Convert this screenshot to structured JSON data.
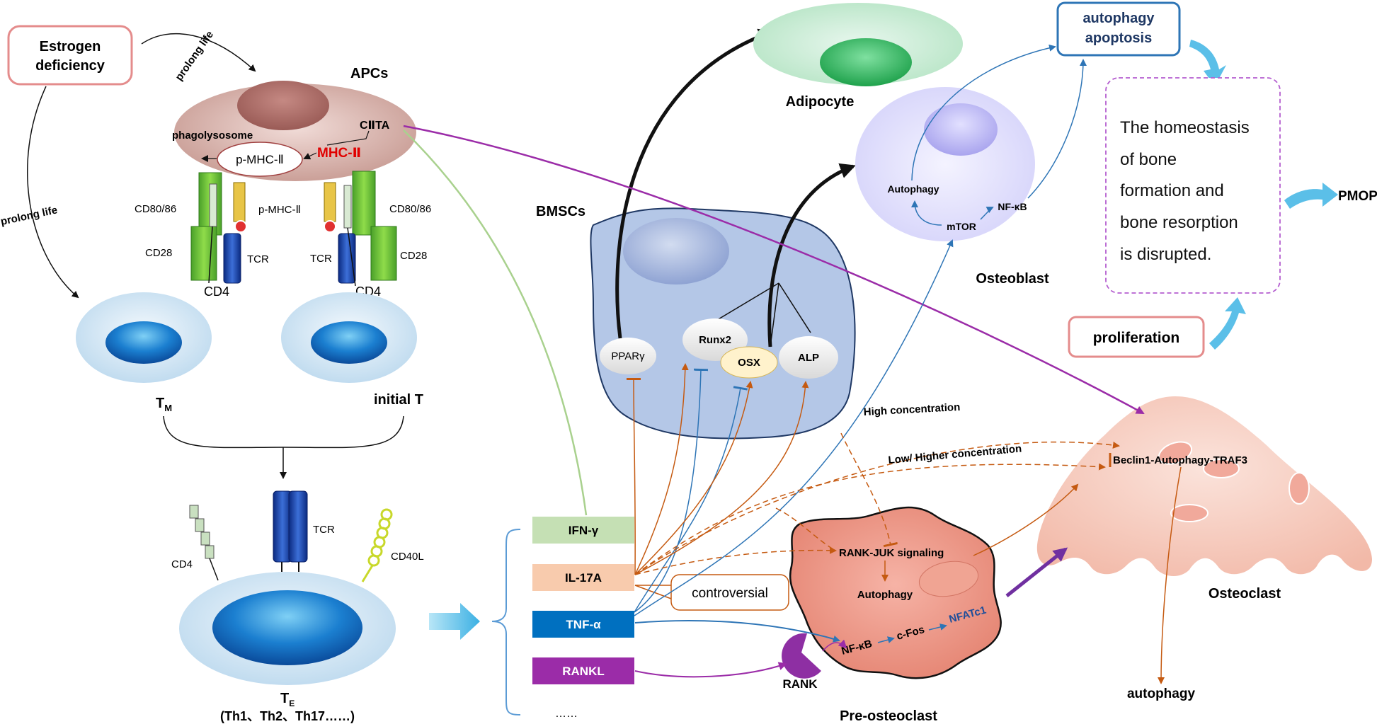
{
  "left": {
    "estrogen": "Estrogen\ndeficiency",
    "prolong_life_top": "prolong life",
    "prolong_life_left": "prolong life",
    "apcs": "APCs",
    "phagolysosome": "phagolysosome",
    "ciita": "CⅡTA",
    "mhc": "MHC-Ⅱ",
    "p_mhc_inner": "p-MHC-Ⅱ",
    "p_mhc_side": "p-MHC-Ⅱ",
    "cd80_left": "CD80/86",
    "cd80_right": "CD80/86",
    "cd28_left": "CD28",
    "cd28_right": "CD28",
    "tcr_left": "TCR",
    "tcr_right": "TCR",
    "cd4_left": "CD4",
    "cd4_right": "CD4",
    "tm": "T",
    "tm_sub": "M",
    "initial_t": "initial T",
    "cd4_te": "CD4",
    "tcr_te": "TCR",
    "cd40l": "CD40L",
    "te": "T",
    "te_sub": "E",
    "te_types": "(Th1、Th2、Th17……)"
  },
  "cytokines": {
    "ifn": "IFN-γ",
    "il17a": "IL-17A",
    "tnf": "TNF-α",
    "rankl": "RANKL",
    "more": "……",
    "controversial": "controversial"
  },
  "bmsc": {
    "title": "BMSCs",
    "ppar": "PPARγ",
    "runx2": "Runx2",
    "osx": "OSX",
    "alp": "ALP"
  },
  "adipocyte": {
    "title": "Adipocyte"
  },
  "osteoblast": {
    "title": "Osteoblast",
    "autophagy": "Autophagy",
    "mtor": "mTOR",
    "nfkb": "NF-κB"
  },
  "top_right": {
    "autophagy_apoptosis": "autophagy\napoptosis",
    "homeostasis": "The homeostasis\nof bone\nformation and\nbone resorption\nis disrupted.",
    "pmop": "PMOP",
    "proliferation": "proliferation"
  },
  "osteoclast": {
    "high_conc": "High concentration",
    "low_conc": "Low/ Higher concentration",
    "beclin": "Beclin1-Autophagy-TRAF3",
    "title": "Osteoclast",
    "autophagy": "autophagy"
  },
  "pre_osteoclast": {
    "rank_juk": "RANK-JUK signaling",
    "autophagy": "Autophagy",
    "nfkb": "NF-κB",
    "cfos": "c-Fos",
    "nfatc1": "NFATc1",
    "rank": "RANK",
    "title": "Pre-osteoclast"
  },
  "colors": {
    "orange": "#c55a11",
    "blue_line": "#2e75b6",
    "purple": "#9b2ca8",
    "green_line": "#a9d18e",
    "pink_border": "#e48c8c"
  }
}
